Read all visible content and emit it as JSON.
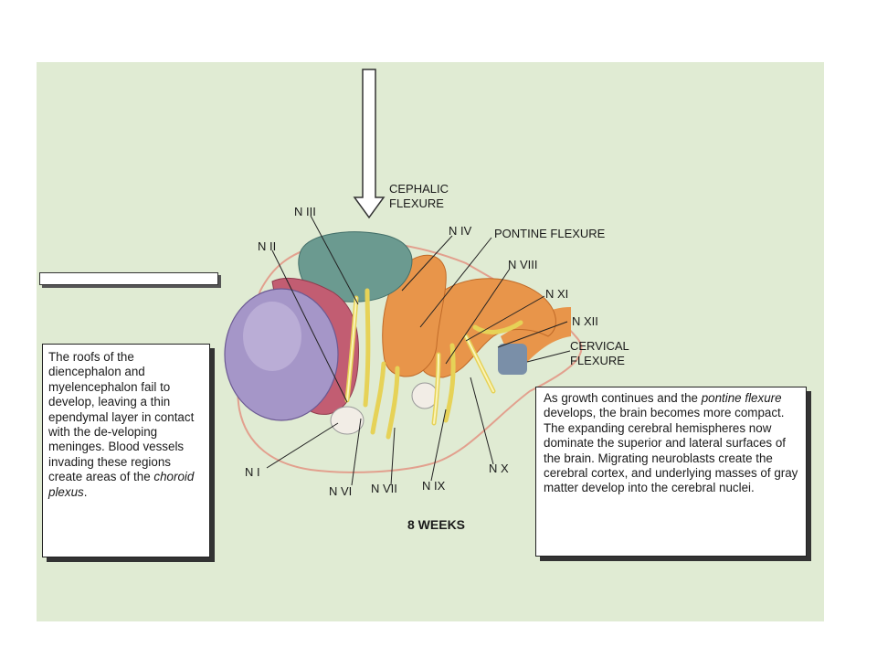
{
  "labels": {
    "cephalic_flexure": "CEPHALIC FLEXURE",
    "pontine_flexure": "PONTINE FLEXURE",
    "cervical_flexure": "CERVICAL FLEXURE",
    "n1": "N I",
    "n2": "N II",
    "n3": "N III",
    "n4": "N IV",
    "n6": "N VI",
    "n7": "N VII",
    "n8": "N VIII",
    "n9": "N IX",
    "n10": "N X",
    "n11": "N XI",
    "n12": "N XII"
  },
  "age_label": "8 WEEKS",
  "left_box": {
    "text_before": "The roofs of the diencephalon and myelencephalon fail to develop, leaving a thin ependymal layer in contact with the de-veloping meninges. Blood vessels invading these regions create areas of the ",
    "italic": "choroid plexus",
    "text_after": "."
  },
  "right_box": {
    "text_before": "As growth continues and the ",
    "italic": "pontine flexure",
    "text_after": " develops, the brain becomes more compact. The expanding cerebral hemispheres now dominate the superior and lateral surfaces of the brain. Migrating neuroblasts create the cerebral cortex, and underlying masses of gray matter develop into the cerebral nuclei."
  },
  "colors": {
    "background": "#e0ebd3",
    "telencephalon": "#a596c8",
    "diencephalon": "#c25d72",
    "mesencephalon": "#6b9a90",
    "rhombencephalon": "#e8954a",
    "spinal_cord": "#7a8fa8",
    "nerves": "#f2e67a"
  }
}
